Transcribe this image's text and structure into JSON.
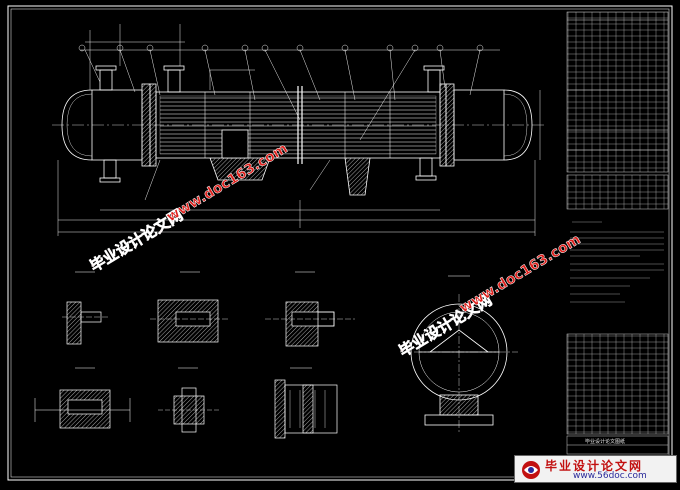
{
  "drawing": {
    "title_block_heading": "毕业设计论文图纸"
  },
  "watermarks": {
    "cn_text": "毕业设计论文网",
    "url_text": "www.doc163.com"
  },
  "brand_badge": {
    "main_text": "毕业设计论文网",
    "url_text": "www.56doc.com"
  },
  "colors": {
    "background": "#000000",
    "outline": "#ffffff",
    "watermark": "#e0201c",
    "hatch": "#cfcfcf",
    "dimension": "#e8e8e8"
  }
}
